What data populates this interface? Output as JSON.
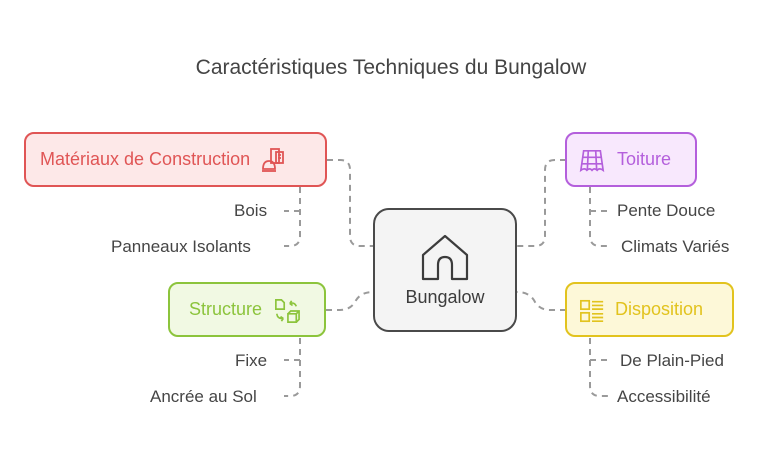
{
  "title": "Caractéristiques Techniques du Bungalow",
  "center": {
    "label": "Bungalow",
    "icon": "house-icon"
  },
  "branches": [
    {
      "label": "Matériaux de Construction",
      "icon": "construction-icon",
      "color": "#e05555",
      "fill": "#fde8e8",
      "items": [
        "Bois",
        "Panneaux Isolants"
      ]
    },
    {
      "label": "Toiture",
      "icon": "roof-tiles-icon",
      "color": "#b45fdc",
      "fill": "#f8e8fd",
      "items": [
        "Pente Douce",
        "Climats Variés"
      ]
    },
    {
      "label": "Structure",
      "icon": "transform-icon",
      "color": "#8cc43c",
      "fill": "#f1f9e3",
      "items": [
        "Fixe",
        "Ancrée au Sol"
      ]
    },
    {
      "label": "Disposition",
      "icon": "layout-list-icon",
      "color": "#e2c31e",
      "fill": "#fdf8d8",
      "items": [
        "De Plain-Pied",
        "Accessibilité"
      ]
    }
  ]
}
